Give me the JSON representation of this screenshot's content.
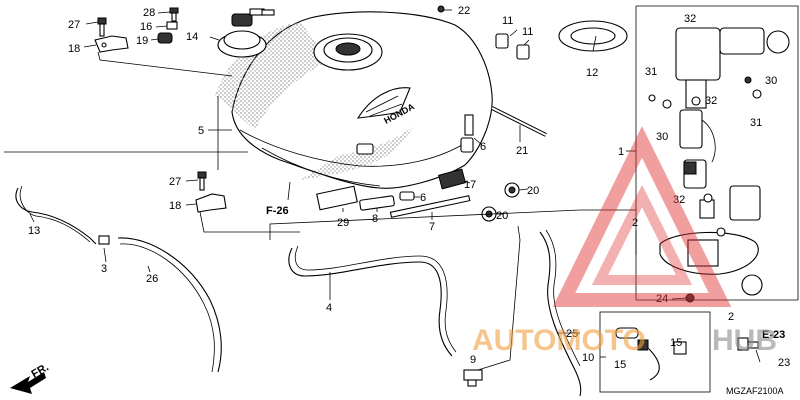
{
  "diagram_code": "MGZAF2100A",
  "brand_mark": "HONDA",
  "watermark": {
    "text_left": "AUTOMOTO",
    "text_right": "HUB",
    "colors": {
      "triangle": "#e03030",
      "text_orange": "#f0a040",
      "text_gray": "#8a8a8a"
    }
  },
  "fr_arrow_label": "FR.",
  "ref_labels": {
    "f26": "F-26",
    "e23": "E-23"
  },
  "callouts": {
    "c1": "1",
    "c2a": "2",
    "c2b": "2",
    "c3": "3",
    "c4": "4",
    "c5": "5",
    "c6a": "6",
    "c6b": "6",
    "c7": "7",
    "c8": "8",
    "c9": "9",
    "c10": "10",
    "c11a": "11",
    "c11b": "11",
    "c12": "12",
    "c13": "13",
    "c14": "14",
    "c15a": "15",
    "c15b": "15",
    "c16": "16",
    "c17": "17",
    "c18a": "18",
    "c18b": "18",
    "c19": "19",
    "c20a": "20",
    "c20b": "20",
    "c21": "21",
    "c22": "22",
    "c23": "23",
    "c24": "24",
    "c25": "25",
    "c26": "26",
    "c27a": "27",
    "c27b": "27",
    "c28": "28",
    "c29": "29",
    "c30a": "30",
    "c30b": "30",
    "c31a": "31",
    "c31b": "31",
    "c32a": "32",
    "c32b": "32",
    "c32c": "32"
  }
}
